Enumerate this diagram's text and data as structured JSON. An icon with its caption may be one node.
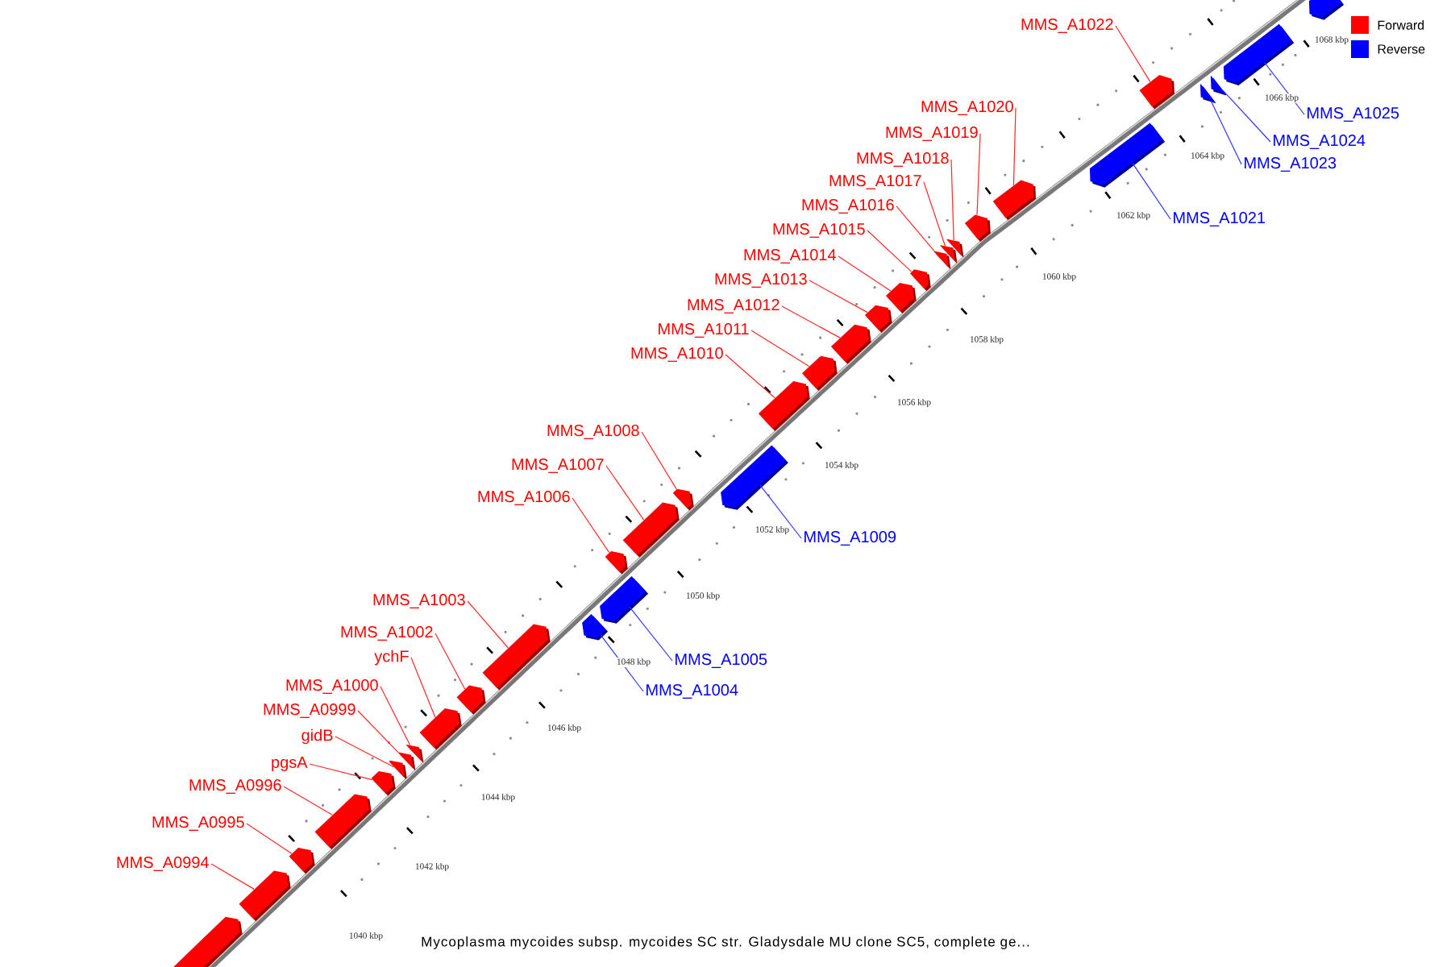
{
  "diagram": {
    "caption": "Mycoplasma mycoides subsp. mycoides SC str. Gladysdale MU clone SC5, complete ge...",
    "nodes": [
      {
        "text": [],
        "shape": "arrow"
      },
      {
        "text": [
          "MMS_A0994"
        ]
      },
      {
        "text": [],
        "shape": "arrow"
      },
      {
        "text": [
          "MMS_A0995"
        ]
      },
      {
        "text": [],
        "shape": "arrow"
      },
      {
        "text": [
          "MMS_A0996"
        ]
      },
      {
        "text": [],
        "shape": "arrow"
      },
      {
        "text": [
          "pgsA"
        ]
      },
      {
        "text": [],
        "shape": "arrow"
      },
      {
        "text": [
          "gidB"
        ]
      },
      {
        "text": [],
        "shape": "arrow"
      },
      {
        "text": [
          "MMS_A0999"
        ]
      },
      {
        "text": [],
        "shape": "arrow"
      },
      {
        "text": [
          "MMS_A1000"
        ]
      },
      {
        "text": [],
        "shape": "arrow"
      },
      {
        "text": [
          "ychF"
        ]
      },
      {
        "text": [],
        "shape": "arrow"
      },
      {
        "text": [
          "MMS_A1002"
        ]
      },
      {
        "text": [],
        "shape": "arrow"
      },
      {
        "text": [
          "MMS_A1003"
        ]
      },
      {
        "text": [],
        "shape": "arrow"
      },
      {
        "text": [
          "MMS_A1004"
        ]
      },
      {
        "text": [],
        "shape": "arrow"
      },
      {
        "text": [
          "MMS_A1005"
        ]
      },
      {
        "text": [],
        "shape": "arrow"
      },
      {
        "text": [
          "MMS_A1006"
        ]
      },
      {
        "text": [],
        "shape": "arrow"
      },
      {
        "text": [
          "MMS_A1007"
        ]
      },
      {
        "text": [],
        "shape": "arrow"
      },
      {
        "text": [
          "MMS_A1008"
        ]
      },
      {
        "text": [],
        "shape": "arrow"
      },
      {
        "text": [
          "MMS_A1009"
        ]
      },
      {
        "text": [],
        "shape": "arrow"
      },
      {
        "text": [
          "MMS_A1010"
        ]
      },
      {
        "text": [],
        "shape": "arrow"
      },
      {
        "text": [
          "MMS_A1011"
        ]
      },
      {
        "text": [],
        "shape": "arrow"
      },
      {
        "text": [
          "MMS_A1012"
        ]
      },
      {
        "text": [],
        "shape": "arrow"
      },
      {
        "text": [
          "MMS_A1013"
        ]
      },
      {
        "text": [],
        "shape": "arrow"
      },
      {
        "text": [
          "MMS_A1014"
        ]
      },
      {
        "text": [],
        "shape": "arrow"
      },
      {
        "text": [
          "MMS_A1015"
        ]
      },
      {
        "text": [],
        "shape": "arrow"
      },
      {
        "text": [
          "MMS_A1016"
        ]
      },
      {
        "text": [],
        "shape": "arrow"
      },
      {
        "text": [
          "MMS_A1017"
        ]
      },
      {
        "text": [],
        "shape": "arrow"
      },
      {
        "text": [
          "MMS_A1018"
        ]
      },
      {
        "text": [],
        "shape": "arrow"
      },
      {
        "text": [
          "MMS_A1019"
        ]
      },
      {
        "text": [],
        "shape": "arrow"
      },
      {
        "text": [
          "MMS_A1020"
        ]
      },
      {
        "text": [],
        "shape": "arrow"
      },
      {
        "text": [
          "MMS_A1021"
        ]
      },
      {
        "text": [],
        "shape": "arrow"
      },
      {
        "text": [
          "MMS_A1022"
        ]
      },
      {
        "text": [],
        "shape": "arrow"
      },
      {
        "text": [
          "MMS_A1023"
        ]
      },
      {
        "text": [],
        "shape": "arrow"
      },
      {
        "text": [
          "MMS_A1024"
        ]
      },
      {
        "text": [],
        "shape": "arrow"
      },
      {
        "text": [
          "MMS_A1025"
        ]
      },
      {
        "text": [],
        "shape": "arrow"
      },
      {
        "text": [],
        "shape": "arrow"
      }
    ],
    "edges": [
      {
        "from": 1,
        "to": 2,
        "arrow": "none"
      },
      {
        "from": 3,
        "to": 4,
        "arrow": "none"
      },
      {
        "from": 5,
        "to": 6,
        "arrow": "none"
      },
      {
        "from": 7,
        "to": 8,
        "arrow": "none"
      },
      {
        "from": 9,
        "to": 10,
        "arrow": "none"
      },
      {
        "from": 11,
        "to": 12,
        "arrow": "none"
      },
      {
        "from": 13,
        "to": 14,
        "arrow": "none"
      },
      {
        "from": 15,
        "to": 16,
        "arrow": "none"
      },
      {
        "from": 17,
        "to": 18,
        "arrow": "none"
      },
      {
        "from": 19,
        "to": 20,
        "arrow": "none"
      },
      {
        "from": 21,
        "to": 22,
        "arrow": "none",
        "color": "#3333ff"
      },
      {
        "from": 23,
        "to": 24,
        "arrow": "none",
        "color": "#3333ff"
      },
      {
        "from": 25,
        "to": 26,
        "arrow": "none"
      },
      {
        "from": 27,
        "to": 28,
        "arrow": "none"
      },
      {
        "from": 29,
        "to": 30,
        "arrow": "none"
      },
      {
        "from": 31,
        "to": 32,
        "arrow": "none",
        "color": "#3333ff"
      },
      {
        "from": 33,
        "to": 34,
        "arrow": "none"
      },
      {
        "from": 35,
        "to": 36,
        "arrow": "none"
      },
      {
        "from": 37,
        "to": 38,
        "arrow": "none"
      },
      {
        "from": 39,
        "to": 40,
        "arrow": "none"
      },
      {
        "from": 41,
        "to": 42,
        "arrow": "none"
      },
      {
        "from": 43,
        "to": 44,
        "arrow": "none"
      },
      {
        "from": 45,
        "to": 46,
        "arrow": "none"
      },
      {
        "from": 47,
        "to": 48,
        "arrow": "none"
      },
      {
        "from": 49,
        "to": 50,
        "arrow": "none"
      },
      {
        "from": 51,
        "to": 52,
        "arrow": "none"
      },
      {
        "from": 53,
        "to": 54,
        "arrow": "none"
      },
      {
        "from": 55,
        "to": 56,
        "arrow": "none",
        "color": "#3333ff"
      },
      {
        "from": 57,
        "to": 58,
        "arrow": "none"
      },
      {
        "from": 59,
        "to": 60,
        "arrow": "none",
        "color": "#3333ff"
      },
      {
        "from": 61,
        "to": 62,
        "arrow": "none",
        "color": "#3333ff"
      },
      {
        "from": 63,
        "to": 64,
        "arrow": "none",
        "color": "#3333ff"
      }
    ],
    "labels": [
      "1040 kbp",
      "1042 kbp",
      "1044 kbp",
      "1046 kbp",
      "1048 kbp",
      "1050 kbp",
      "1052 kbp",
      "1054 kbp",
      "1056 kbp",
      "1058 kbp",
      "1060 kbp",
      "1062 kbp",
      "1064 kbp",
      "1066 kbp",
      "1068 kbp"
    ],
    "legend": [
      {
        "text": "Forward",
        "color": "#ff0000"
      },
      {
        "text": "Reverse",
        "color": "#0000ff"
      }
    ]
  }
}
